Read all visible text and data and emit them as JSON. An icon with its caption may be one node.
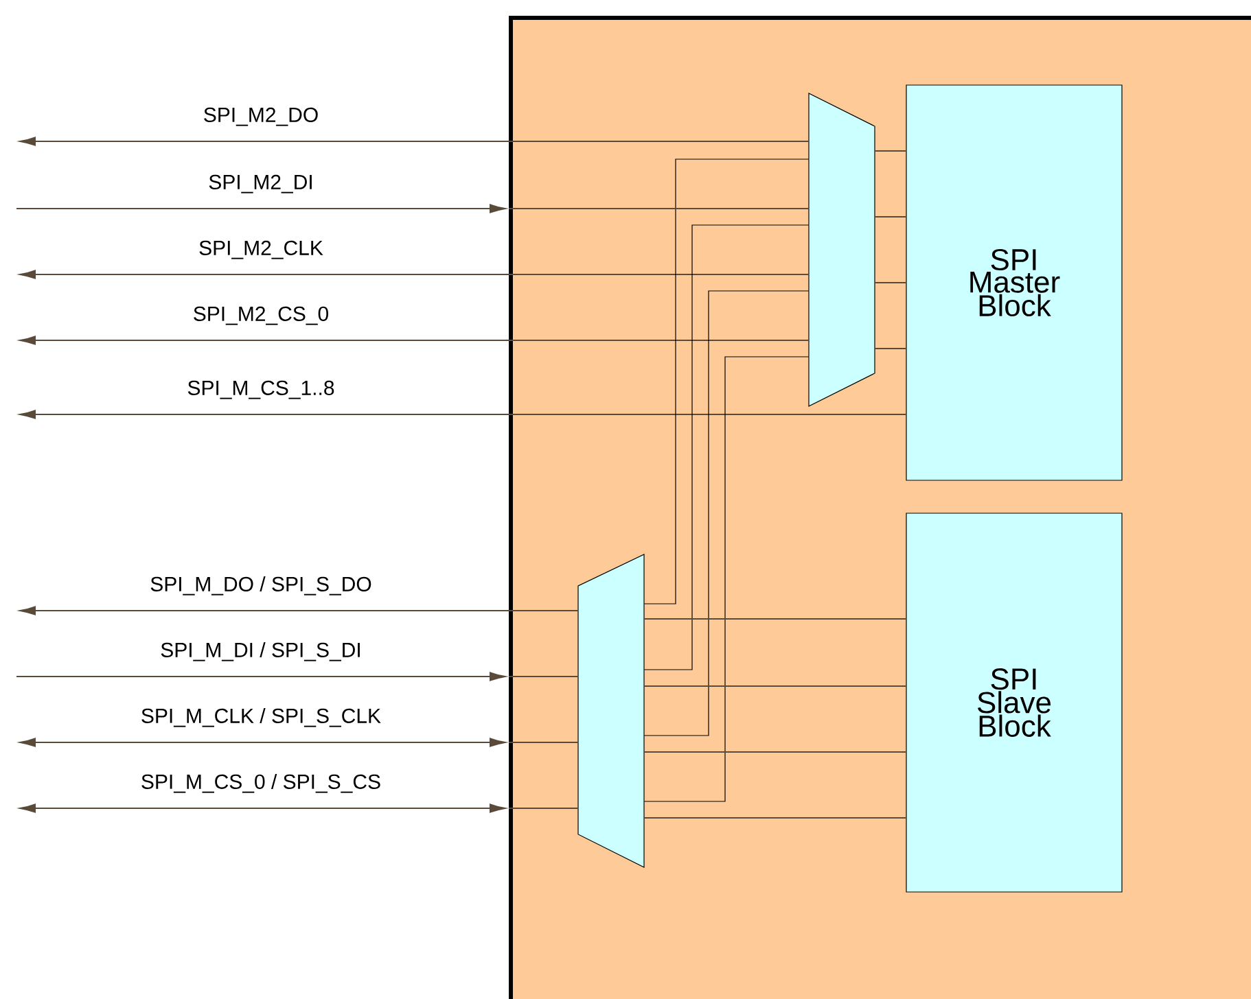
{
  "diagram": {
    "nodes": [
      {
        "text": [],
        "shape": "box"
      },
      {
        "text": [],
        "shape": "trapezoid",
        "in": 0
      },
      {
        "text": [
          "SPI Master Block"
        ],
        "in": 0
      },
      {
        "text": [],
        "shape": "trapezoid",
        "in": 0
      },
      {
        "text": [
          "SPI Slave Block"
        ],
        "in": 0
      }
    ],
    "edges": [
      {
        "from": 1,
        "to": null,
        "arrow": "to",
        "label": "SPI_M2_DO"
      },
      {
        "from": null,
        "to": 0,
        "arrow": "to",
        "label": "SPI_M2_DI"
      },
      {
        "from": 1,
        "to": null,
        "arrow": "to",
        "label": "SPI_M2_CLK"
      },
      {
        "from": 1,
        "to": null,
        "arrow": "to",
        "label": "SPI_M2_CS_0"
      },
      {
        "from": 2,
        "to": null,
        "arrow": "to",
        "label": "SPI_M_CS_1..8"
      },
      {
        "from": 1,
        "to": 2,
        "arrow": "none"
      },
      {
        "from": 1,
        "to": 2,
        "arrow": "none"
      },
      {
        "from": 1,
        "to": 2,
        "arrow": "none"
      },
      {
        "from": 1,
        "to": 2,
        "arrow": "none"
      },
      {
        "from": 3,
        "to": null,
        "arrow": "to",
        "label": "SPI_M_DO / SPI_S_DO"
      },
      {
        "from": null,
        "to": 0,
        "arrow": "to",
        "label": "SPI_M_DI / SPI_S_DI"
      },
      {
        "from": null,
        "to": 0,
        "arrow": "both",
        "label": "SPI_M_CLK / SPI_S_CLK"
      },
      {
        "from": null,
        "to": 0,
        "arrow": "both",
        "label": "SPI_M_CS_0 / SPI_S_CS"
      },
      {
        "from": 3,
        "to": 1,
        "arrow": "none"
      },
      {
        "from": 3,
        "to": 1,
        "arrow": "none"
      },
      {
        "from": 3,
        "to": 1,
        "arrow": "none"
      },
      {
        "from": 3,
        "to": 1,
        "arrow": "none"
      },
      {
        "from": 3,
        "to": 4,
        "arrow": "none"
      },
      {
        "from": 3,
        "to": 4,
        "arrow": "none"
      },
      {
        "from": 3,
        "to": 4,
        "arrow": "none"
      },
      {
        "from": 3,
        "to": 4,
        "arrow": "none"
      },
      {
        "from": 0,
        "to": 1,
        "arrow": "none"
      },
      {
        "from": 0,
        "to": 3,
        "arrow": "none"
      },
      {
        "from": 0,
        "to": 3,
        "arrow": "none"
      },
      {
        "from": 0,
        "to": 3,
        "arrow": "none"
      }
    ]
  }
}
